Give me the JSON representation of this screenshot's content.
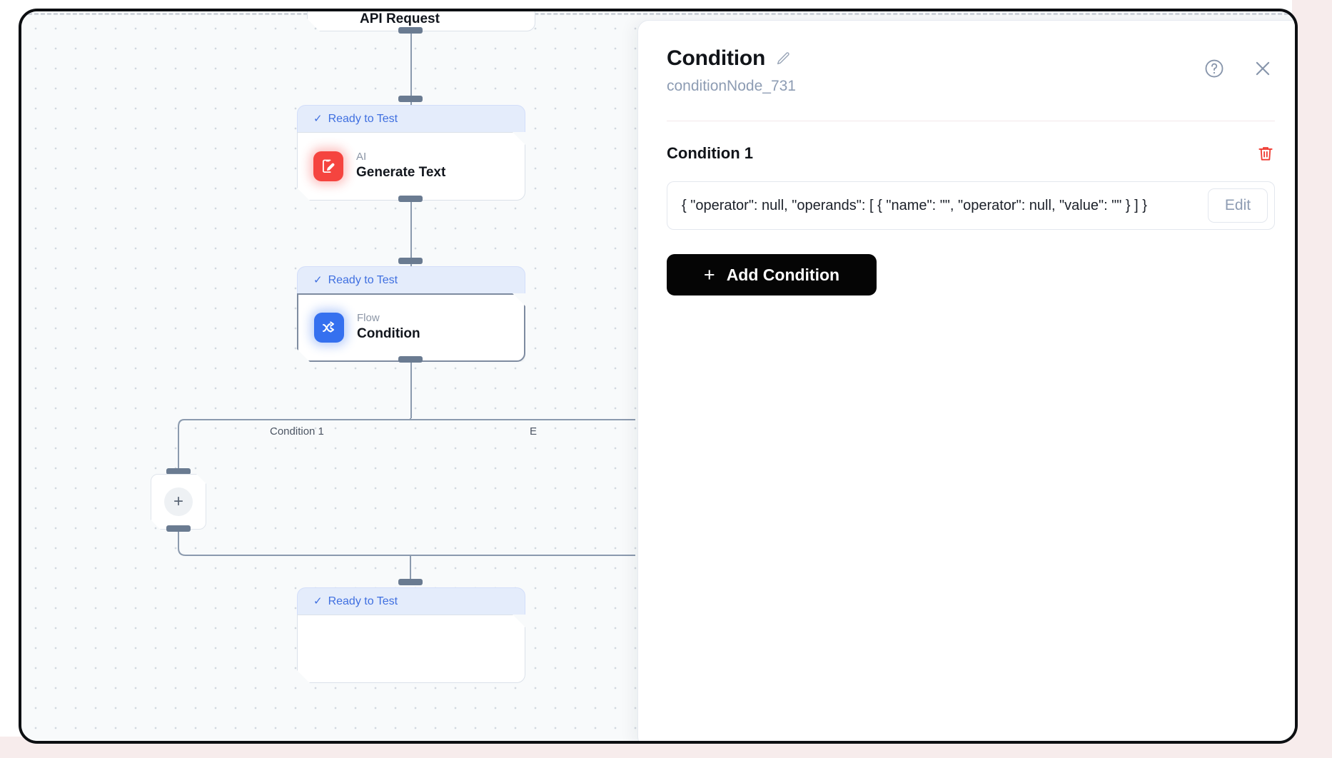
{
  "canvas": {
    "top_node": {
      "title": "API Request"
    },
    "nodes": [
      {
        "status": "Ready to Test",
        "kind": "AI",
        "title": "Generate Text",
        "icon": "ai-generate-text-icon",
        "selected": false
      },
      {
        "status": "Ready to Test",
        "kind": "Flow",
        "title": "Condition",
        "icon": "flow-condition-icon",
        "selected": true
      },
      {
        "status": "Ready to Test",
        "kind": "",
        "title": "",
        "icon": "",
        "selected": false
      }
    ],
    "branch_labels": [
      "Condition 1",
      "E"
    ],
    "add_node_glyph": "+"
  },
  "panel": {
    "title": "Condition",
    "edit_title_icon": "pencil-icon",
    "node_id": "conditionNode_731",
    "help_icon": "help-circle-icon",
    "close_icon": "close-icon",
    "condition": {
      "label": "Condition 1",
      "delete_icon": "trash-icon",
      "value": "{  \"operator\": null,  \"operands\": [    {      \"name\": \"\",     \"operator\": null, \"value\": \"\" } ] }",
      "edit_label": "Edit"
    },
    "add_condition": {
      "plus": "+",
      "label": "Add Condition"
    }
  },
  "colors": {
    "accent_blue": "#3570ef",
    "status_blue": "#3f6fe0",
    "ai_red": "#f5443f",
    "danger_red": "#ef3b32",
    "button_black": "#050505"
  }
}
